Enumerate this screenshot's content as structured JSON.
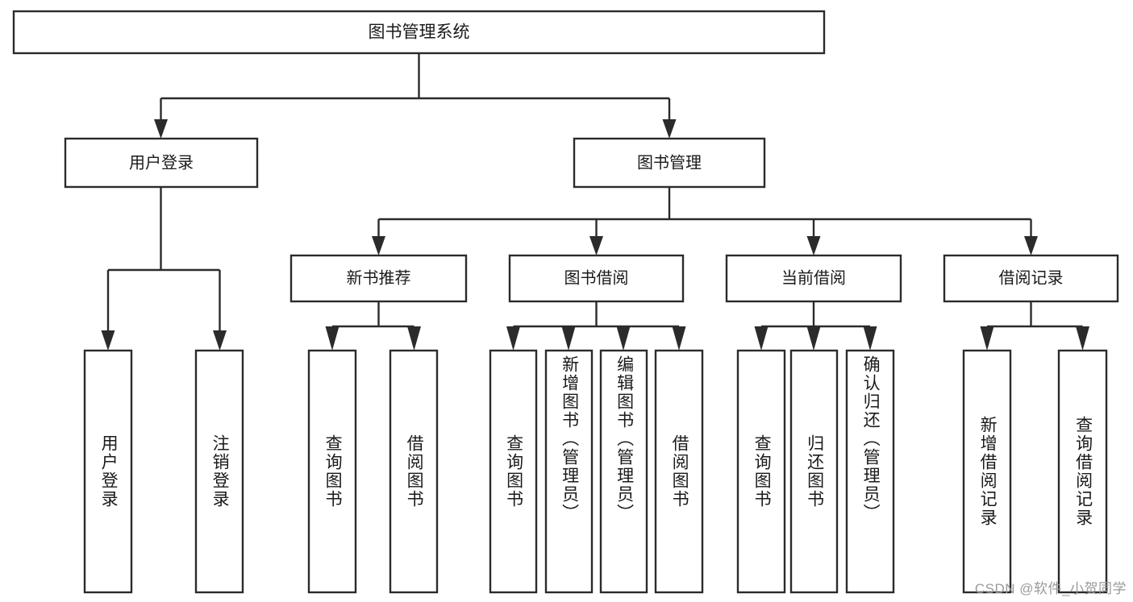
{
  "diagram": {
    "type": "tree",
    "title": "图书管理系统",
    "watermark": "CSDN @软件_小贺同学",
    "root": {
      "label": "图书管理系统"
    },
    "level1": [
      {
        "label": "用户登录"
      },
      {
        "label": "图书管理"
      }
    ],
    "level2": [
      {
        "label": "新书推荐",
        "parent": "图书管理"
      },
      {
        "label": "图书借阅",
        "parent": "图书管理"
      },
      {
        "label": "当前借阅",
        "parent": "图书管理"
      },
      {
        "label": "借阅记录",
        "parent": "图书管理"
      }
    ],
    "leaves": {
      "user_login": [
        {
          "label": "用户登录"
        },
        {
          "label": "注销登录"
        }
      ],
      "new_book": [
        {
          "label": "查询图书"
        },
        {
          "label": "借阅图书"
        }
      ],
      "book_borrow": [
        {
          "label": "查询图书"
        },
        {
          "label": "新增图书（管理员）"
        },
        {
          "label": "编辑图书（管理员）"
        },
        {
          "label": "借阅图书"
        }
      ],
      "current_borrow": [
        {
          "label": "查询图书"
        },
        {
          "label": "归还图书"
        },
        {
          "label": "确认归还（管理员）"
        }
      ],
      "borrow_record": [
        {
          "label": "新增借阅记录"
        },
        {
          "label": "查询借阅记录"
        }
      ]
    },
    "colors": {
      "stroke": "#2b2b2b",
      "fill": "#ffffff",
      "text": "#1a1a1a",
      "watermark": "#9a9a9a"
    }
  }
}
